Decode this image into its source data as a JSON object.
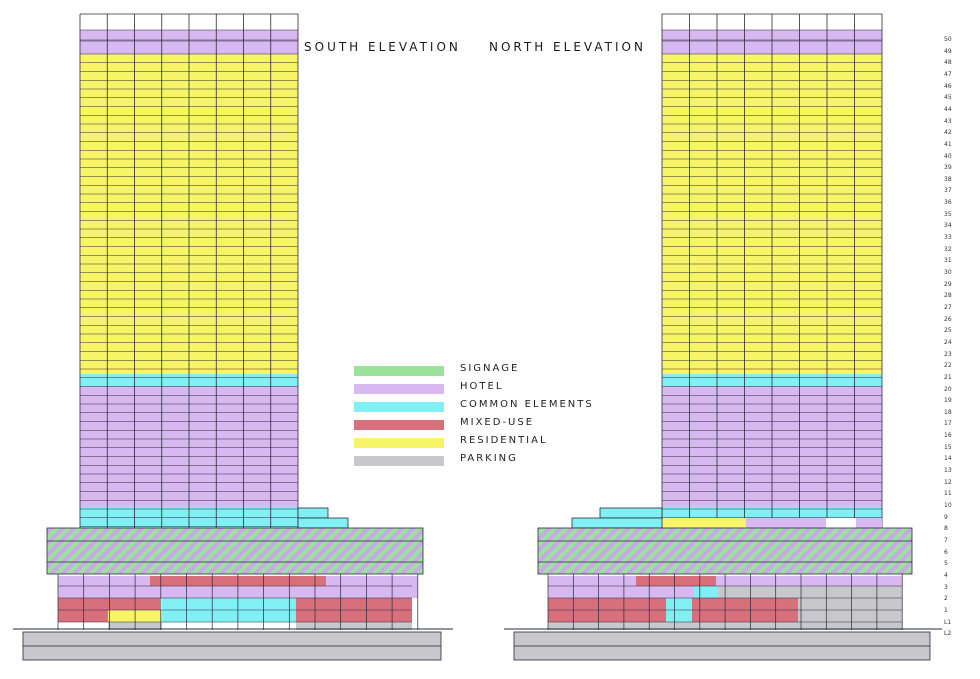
{
  "titles": {
    "south": "SOUTH ELEVATION",
    "north": "NORTH ELEVATION"
  },
  "legend": [
    {
      "label": "SIGNAGE",
      "color": "#9be39b"
    },
    {
      "label": "HOTEL",
      "color": "#d8b8f0"
    },
    {
      "label": "COMMON ELEMENTS",
      "color": "#80f0f4"
    },
    {
      "label": "MIXED-USE",
      "color": "#d8707c"
    },
    {
      "label": "RESIDENTIAL",
      "color": "#f8f468"
    },
    {
      "label": "PARKING",
      "color": "#c8c8cc"
    }
  ],
  "floors": [
    "50",
    "49",
    "48",
    "47",
    "46",
    "45",
    "44",
    "43",
    "42",
    "41",
    "40",
    "39",
    "38",
    "37",
    "36",
    "35",
    "34",
    "33",
    "32",
    "31",
    "30",
    "29",
    "28",
    "27",
    "26",
    "25",
    "24",
    "23",
    "22",
    "21",
    "20",
    "19",
    "18",
    "17",
    "16",
    "15",
    "14",
    "13",
    "12",
    "11",
    "10",
    "9",
    "8",
    "7",
    "6",
    "5",
    "4",
    "3",
    "2",
    "1",
    "L1",
    "L2"
  ]
}
